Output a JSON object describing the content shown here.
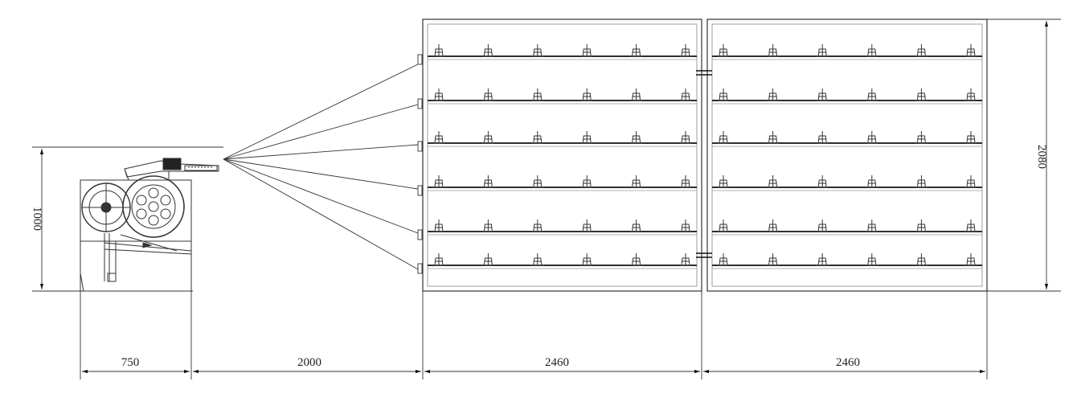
{
  "dimensions": {
    "machine_width": "750",
    "spacing": "2000",
    "creel_1_width": "2460",
    "creel_2_width": "2460",
    "machine_height": "1000",
    "creel_height": "2080"
  },
  "colors": {
    "line": "#333333",
    "dark": "#111111",
    "background": "#ffffff"
  },
  "creel": {
    "shelves_per_frame": 6,
    "bobbins_per_shelf": 6
  }
}
